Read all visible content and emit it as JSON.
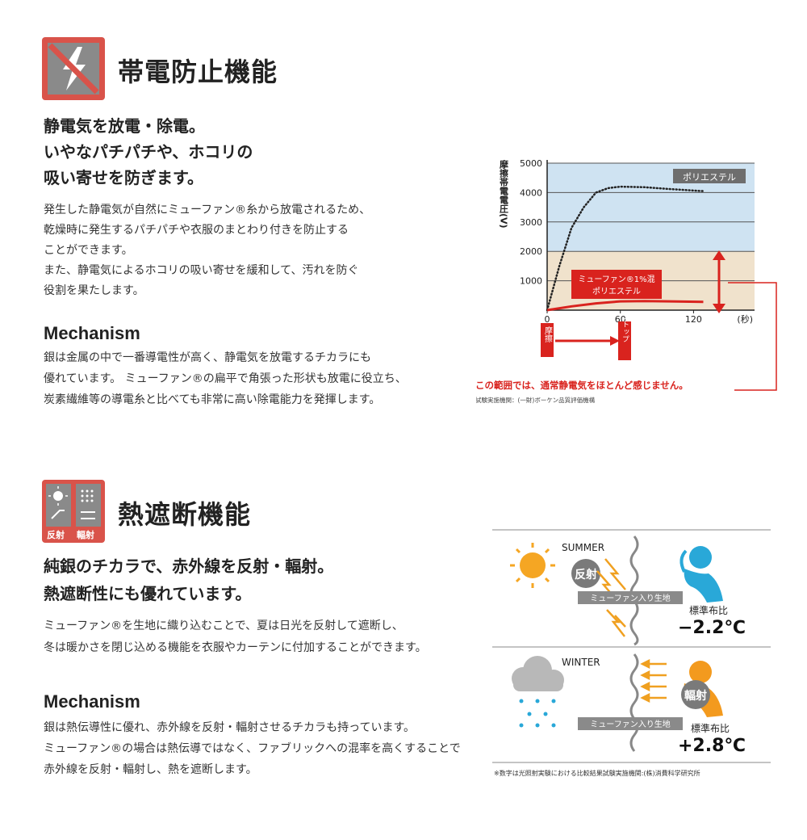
{
  "section1": {
    "icon": "no-static-icon",
    "title": "帯電防止機能",
    "lead": [
      "静電気を放電・除電。",
      "いやなパチパチや、ホコリの",
      "吸い寄せを防ぎます。"
    ],
    "body": [
      "発生した静電気が自然にミューファン®糸から放電されるため、",
      "乾燥時に発生するパチパチや衣服のまとわり付きを防止する",
      "ことができます。",
      "また、静電気によるホコリの吸い寄せを緩和して、汚れを防ぐ",
      "役割を果たします。"
    ],
    "mechanism_title": "Mechanism",
    "mechanism": [
      "銀は金属の中で一番導電性が高く、静電気を放電するチカラにも",
      "優れています。 ミューファン®の扁平で角張った形状も放電に役立ち、",
      "炭素繊維等の導電糸と比べても非常に高い除電能力を発揮します。"
    ]
  },
  "chart_data": {
    "type": "line",
    "ylabel": "摩擦帯電電圧(V)",
    "xunit": "(秒)",
    "xticks": [
      "0",
      "60",
      "120"
    ],
    "yticks": [
      "5000",
      "4000",
      "3000",
      "2000",
      "1000"
    ],
    "ylim": [
      0,
      5000
    ],
    "xlim": [
      0,
      170
    ],
    "series": [
      {
        "name": "ポリエステル",
        "x": [
          0,
          10,
          20,
          30,
          40,
          50,
          60,
          80,
          100,
          120,
          128
        ],
        "y": [
          0,
          1500,
          2800,
          3500,
          4000,
          4150,
          4200,
          4180,
          4120,
          4070,
          4050
        ]
      },
      {
        "name": "ミューファン®1%混 ポリエステル",
        "x": [
          0,
          20,
          40,
          60,
          80,
          100,
          128
        ],
        "y": [
          0,
          130,
          230,
          300,
          310,
          300,
          280
        ]
      }
    ],
    "legend_polyester": "ポリエステル",
    "legend_mufan": [
      "ミューファン®1%混",
      "ポリエステル"
    ],
    "friction_label": "摩擦",
    "stop_label": "ストップ",
    "range_note": "この範囲では、通常静電気をほとんど感じません。",
    "source": "試験実施機関：(一財)ボーケン品質評価機構",
    "bands_color": {
      "upper": "#cfe3f2",
      "lower": "#f0e2cc"
    },
    "accent": "#d9231e"
  },
  "section2": {
    "icon_labels": [
      "反射",
      "輻射"
    ],
    "title": "熱遮断機能",
    "lead": [
      "純銀のチカラで、赤外線を反射・輻射。",
      "熱遮断性にも優れています。"
    ],
    "body": [
      "ミューファン®を生地に織り込むことで、夏は日光を反射して遮断し、",
      "冬は暖かさを閉じ込める機能を衣服やカーテンに付加することができます。"
    ],
    "mechanism_title": "Mechanism",
    "mechanism": [
      "銀は熱伝導性に優れ、赤外線を反射・輻射させるチカラも持っています。",
      "ミューファン®の場合は熱伝導ではなく、ファブリックへの混率を高くすることで",
      "赤外線を反射・輻射し、熱を遮断します。"
    ]
  },
  "heat": {
    "summer_label": "SUMMER",
    "summer_bubble": "反射",
    "summer_fabric": "ミューファン入り生地",
    "summer_ratio_label": "標準布比",
    "summer_value": "−2.2℃",
    "winter_label": "WINTER",
    "winter_bubble": "輻射",
    "winter_fabric": "ミューファン入り生地",
    "winter_ratio_label": "標準布比",
    "winter_value": "+2.8℃",
    "note": "※数字は光照射実験における比較結果試験実施機関:(株)消費科学研究所",
    "sun_color": "#f5a623",
    "person_summer_color": "#29a8d8",
    "person_winter_color": "#f39a1e"
  }
}
